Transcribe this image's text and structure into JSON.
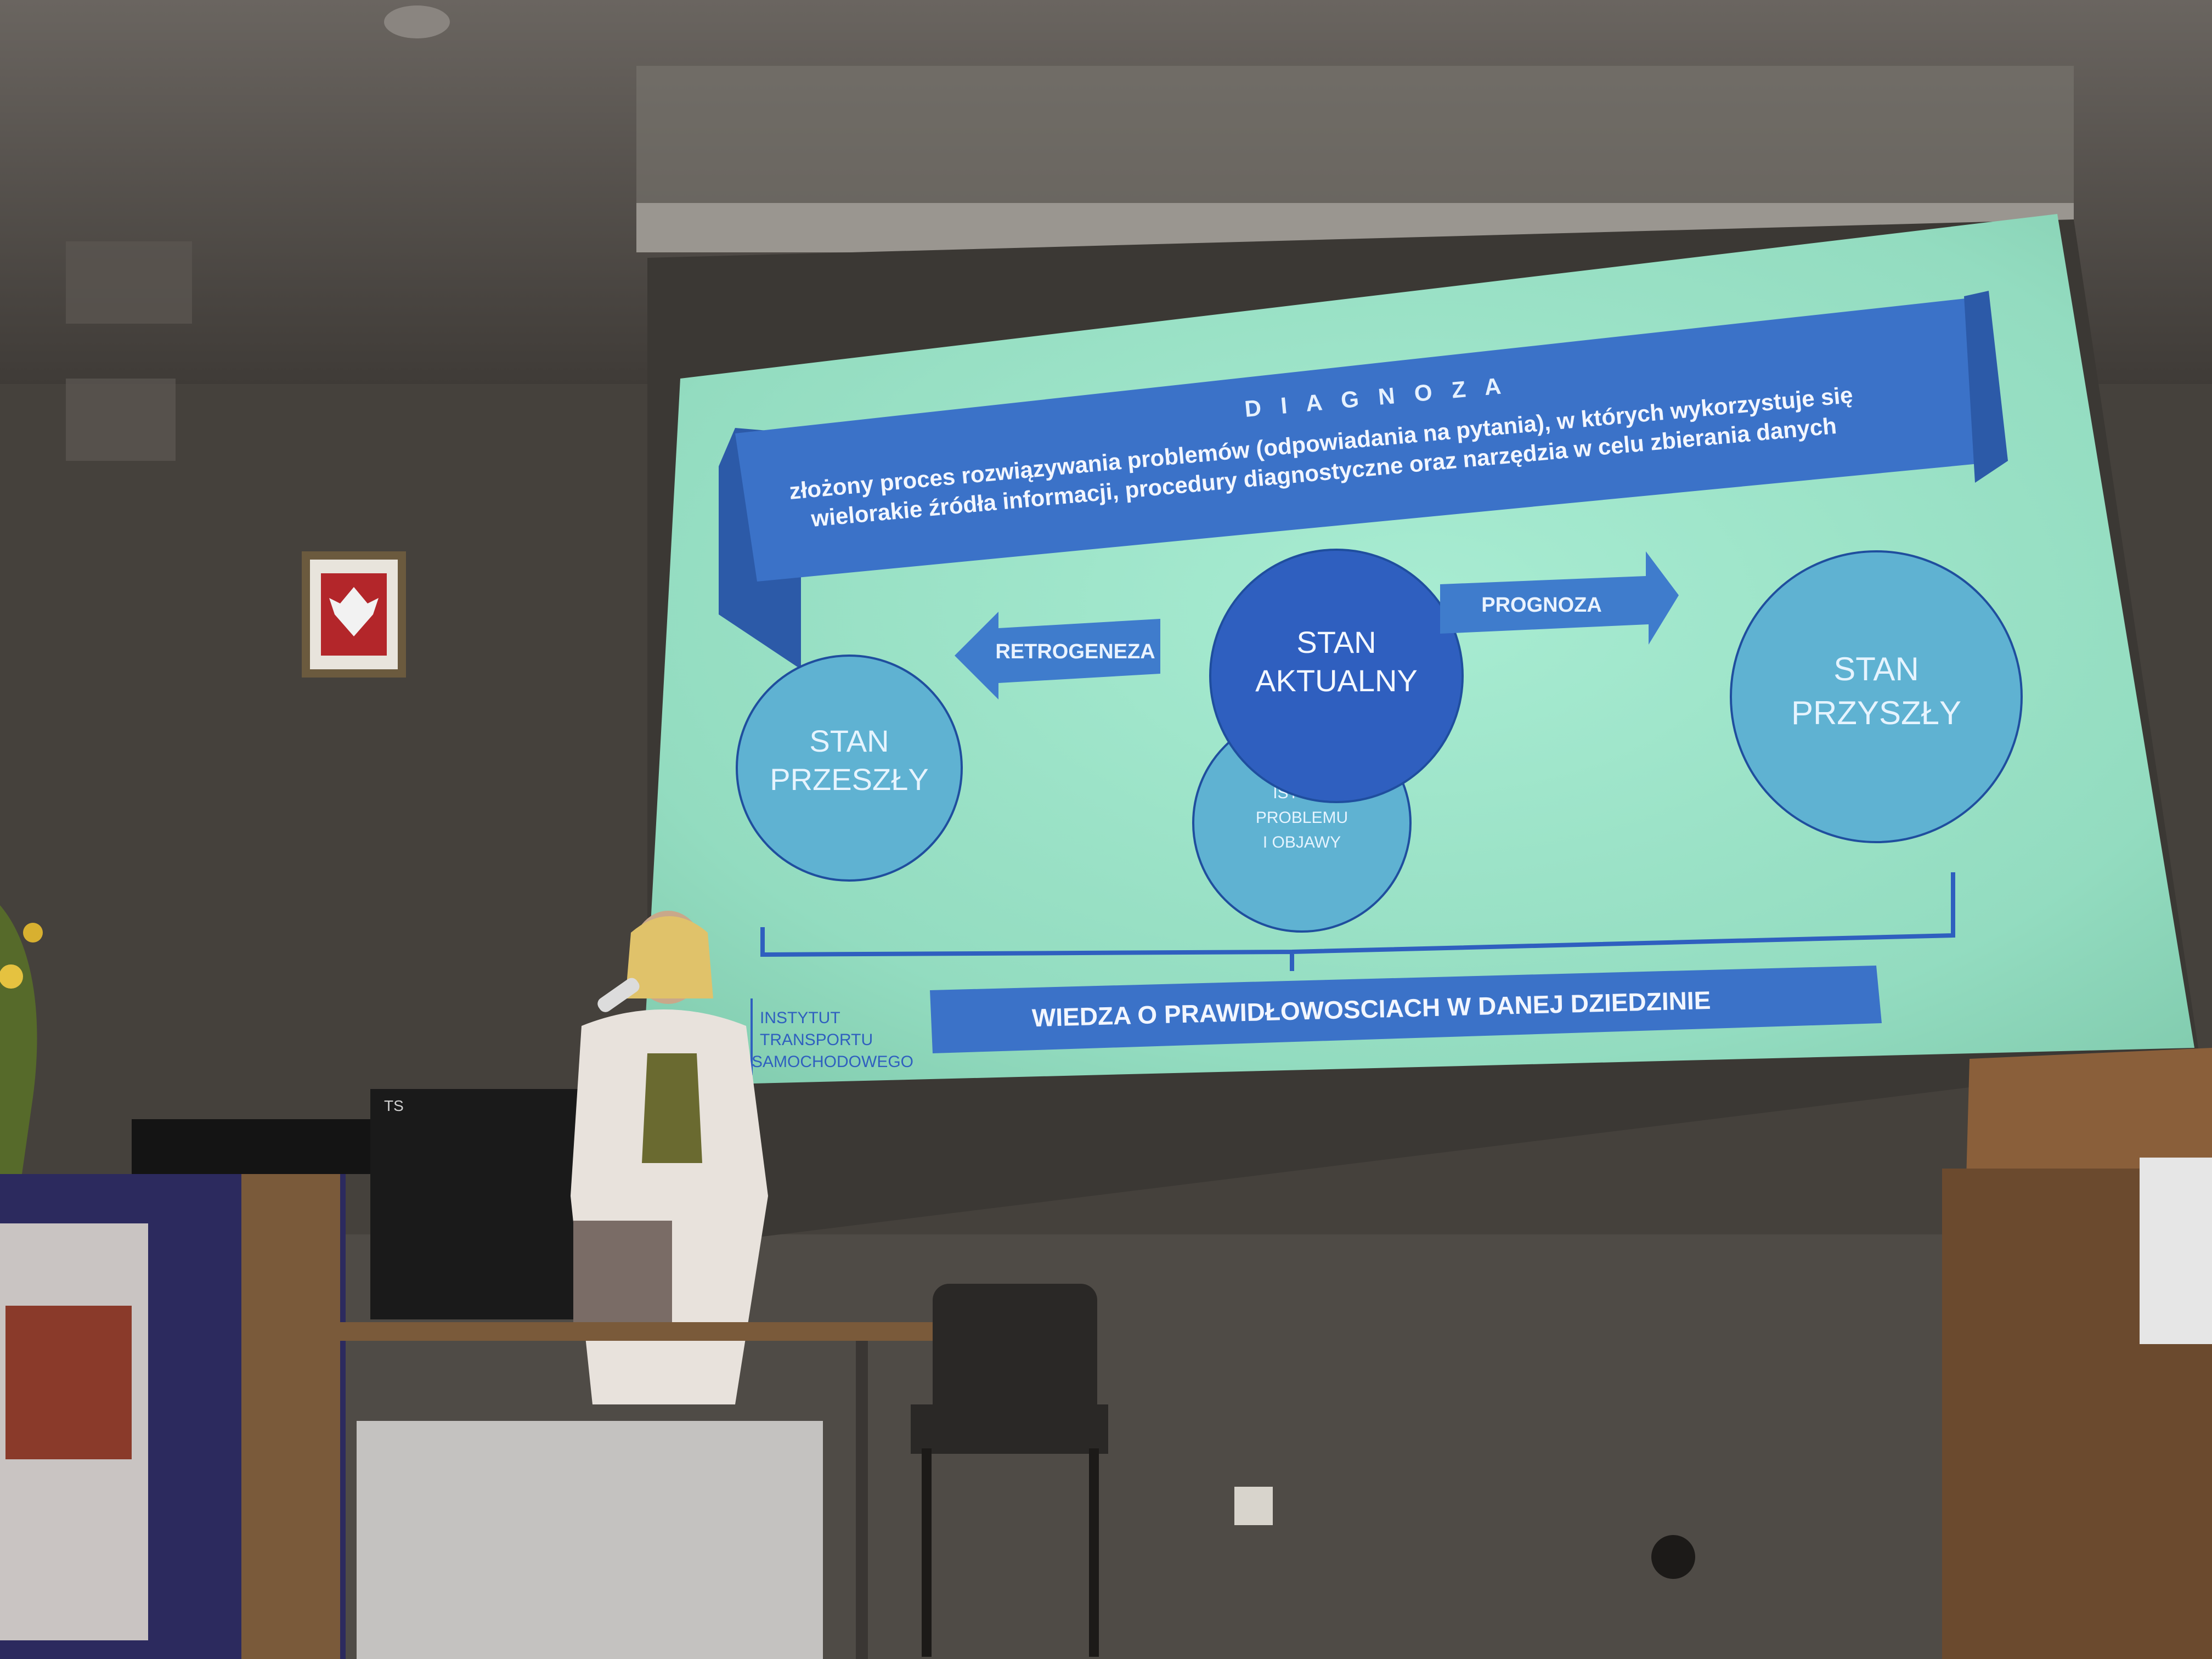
{
  "slide": {
    "title": "D I A G N O Z A",
    "banner_line1": "złożony proces rozwiązywania problemów (odpowiadania na pytania), w których wykorzystuje się",
    "banner_line2": "wielorakie źródła informacji, procedury diagnostyczne oraz narzędzia w celu zbierania danych",
    "stan_aktualny": [
      "STAN",
      "AKTUALNY"
    ],
    "stan_przeszly": [
      "STAN",
      "PRZESZŁY"
    ],
    "stan_przyszly": [
      "STAN",
      "PRZYSZŁY"
    ],
    "istota": [
      "ISTOTA",
      "PROBLEMU",
      "I OBJAWY"
    ],
    "retrogeneza": "RETROGENEZA",
    "prognoza": "PROGNOZA",
    "wiedza": "WIEDZA O PRAWIDŁOWOSCIACH W DANEJ DZIEDZINIE",
    "institute": [
      "INSTYTUT",
      "TRANSPORTU",
      "SAMOCHODOWEGO"
    ]
  },
  "colors": {
    "screen": "#9fe3c6",
    "banner": "#3b72c8",
    "circle_dark": "#2f5fbf",
    "circle_light": "#5fb2d2",
    "arrow": "#3f7ccc"
  },
  "room": {
    "computer_brand": "TS"
  }
}
